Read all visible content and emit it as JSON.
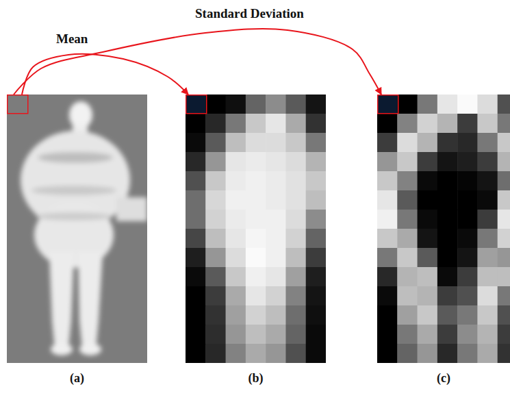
{
  "diagram": {
    "nodes": [
      {
        "text": [
          "(a)"
        ]
      },
      {
        "text": [
          "(b)"
        ]
      },
      {
        "text": [
          "(c)"
        ]
      }
    ],
    "edges": [
      {
        "from": 0,
        "to": 1,
        "arrow": "to",
        "label": "Mean"
      },
      {
        "from": 0,
        "to": 2,
        "arrow": "to",
        "label": "Standard Deviation"
      }
    ]
  }
}
